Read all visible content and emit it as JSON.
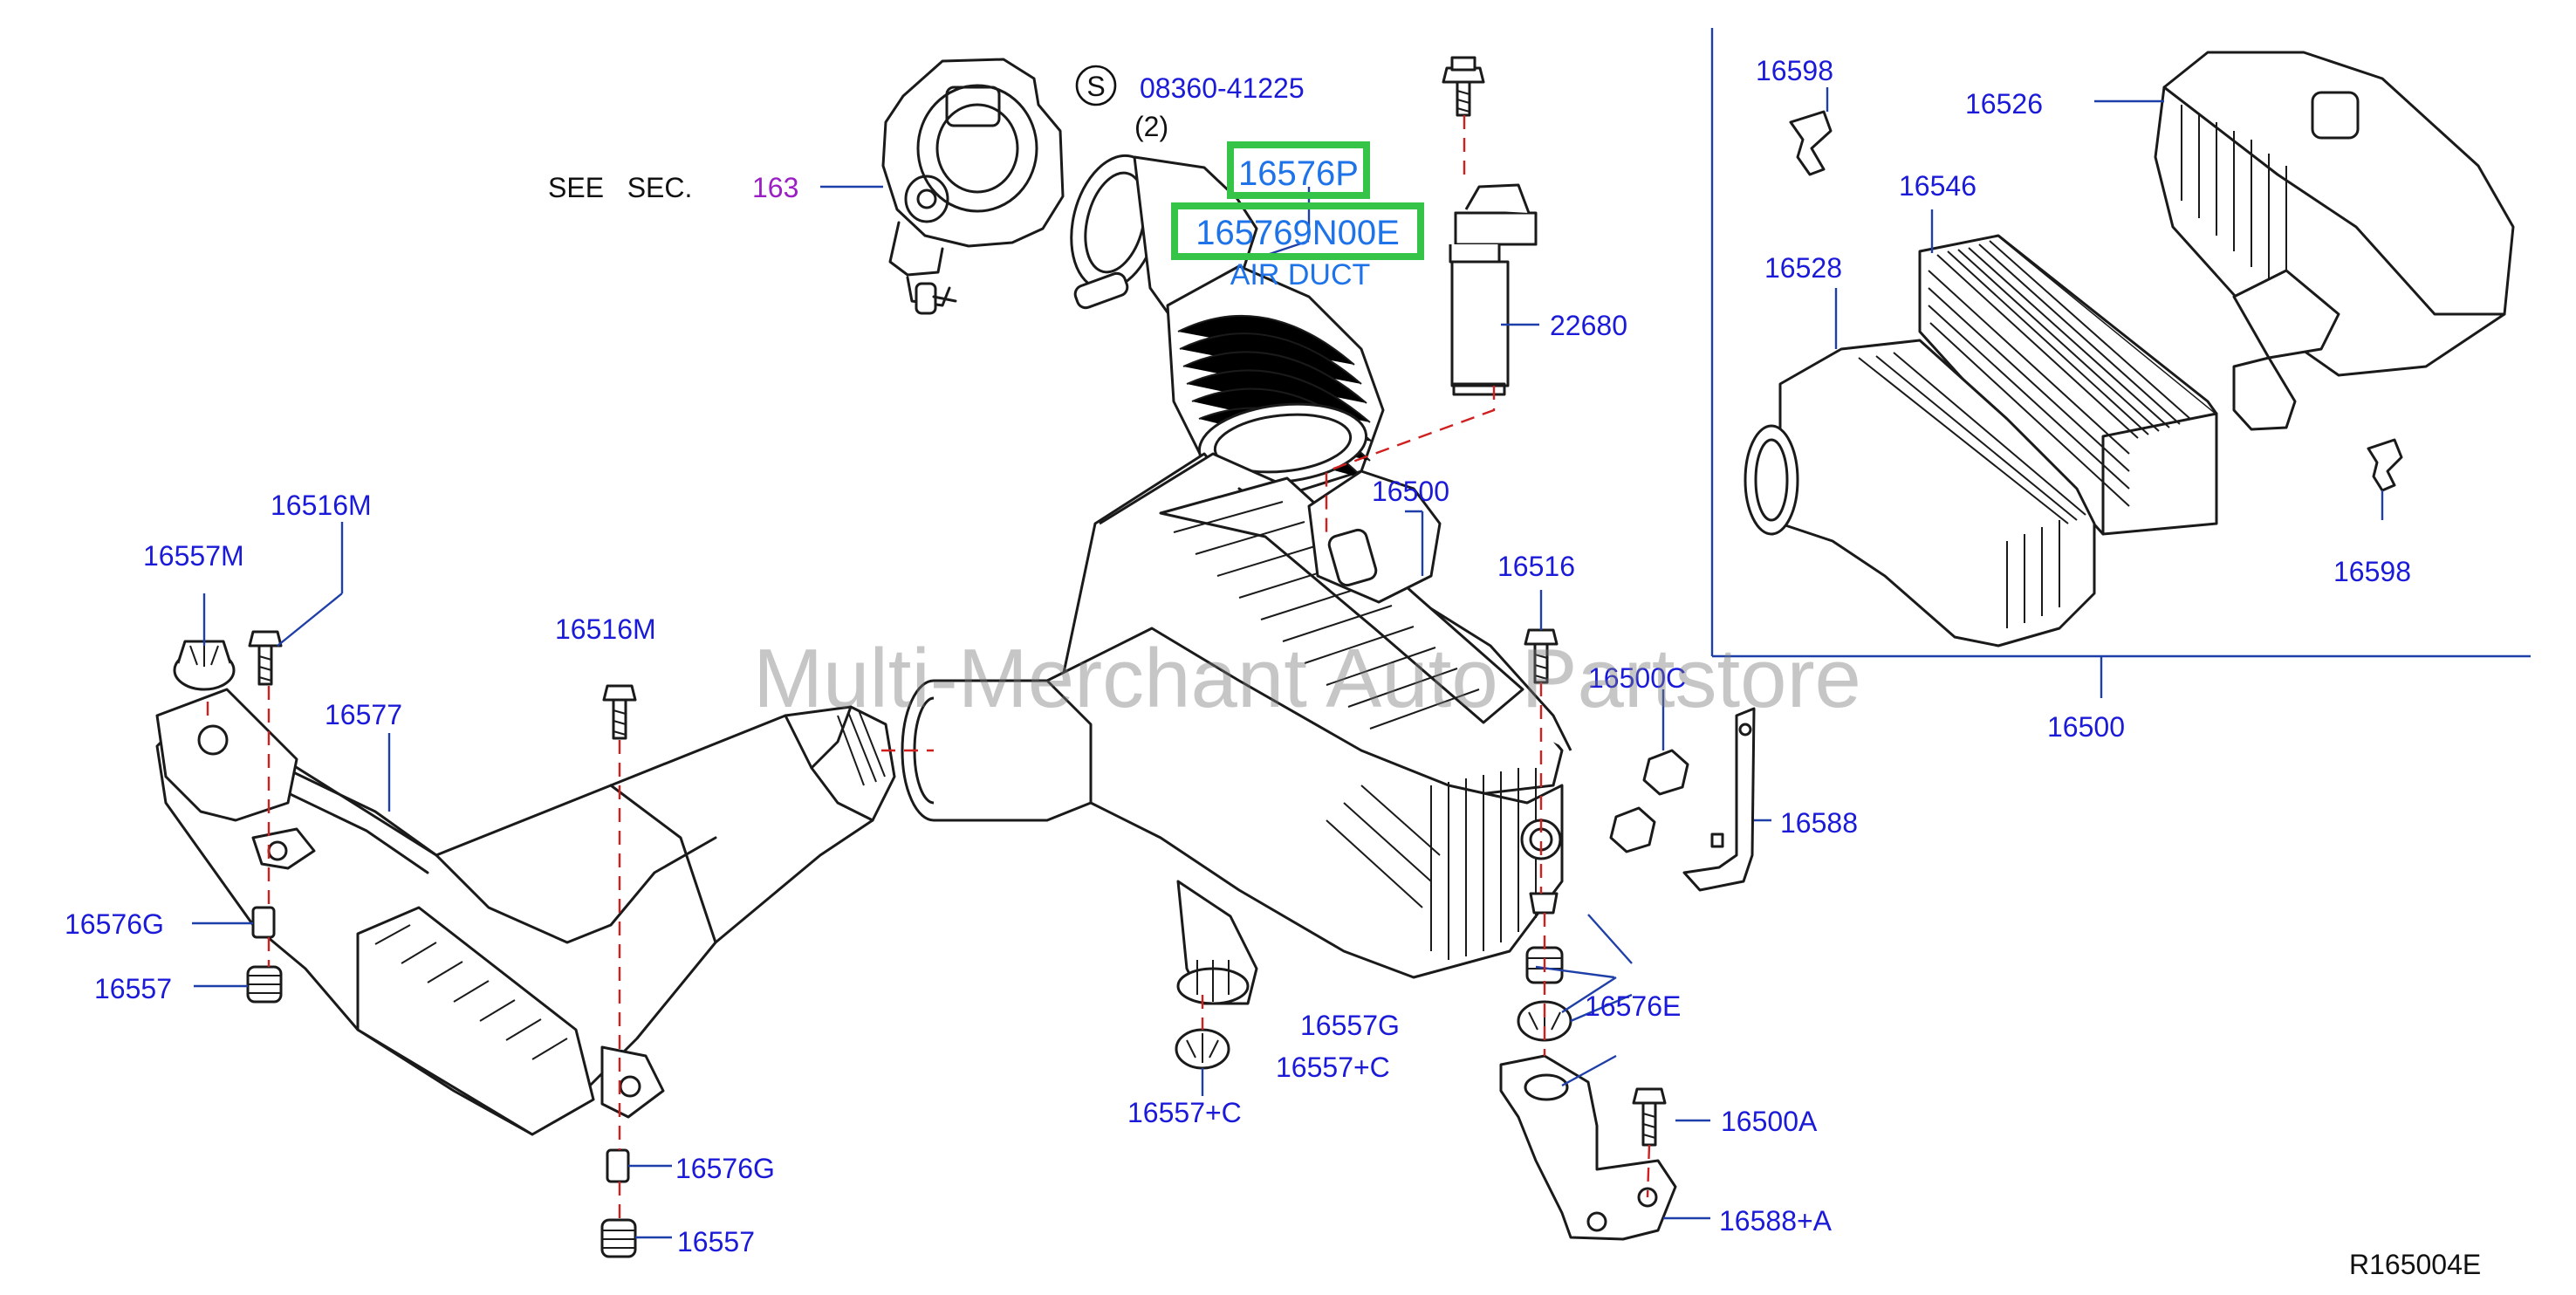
{
  "sheet_code": "R165004E",
  "watermark": "Multi-Merchant Auto Partstore",
  "see_section": {
    "text": "SEE   SEC.",
    "number": "163"
  },
  "screw_ref": {
    "symbol": "S",
    "number": "08360-41225",
    "qty": "(2)"
  },
  "highlight": {
    "part_a": "16576P",
    "part_b": "165769N00E",
    "caption": "AIR DUCT"
  },
  "labels": {
    "l22680": "22680",
    "l16500_top": "16500",
    "l16516M_a": "16516M",
    "l16557M": "16557M",
    "l16516M_b": "16516M",
    "l16577": "16577",
    "l16516": "16516",
    "l16500C": "16500C",
    "l16588": "16588",
    "l16576G_a": "16576G",
    "l16557_a": "16557",
    "l16557G": "16557G",
    "l16576E": "16576E",
    "l16557C_a": "16557+C",
    "l16557C_b": "16557+C",
    "l16500A": "16500A",
    "l16588A": "16588+A",
    "l16576G_b": "16576G",
    "l16557_b": "16557",
    "l16598_a": "16598",
    "l16526": "16526",
    "l16546": "16546",
    "l16528": "16528",
    "l16598_b": "16598",
    "l16500_inset": "16500"
  }
}
